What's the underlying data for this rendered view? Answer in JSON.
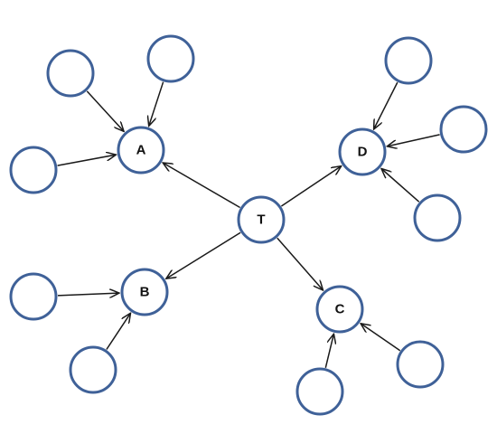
{
  "diagram": {
    "type": "directed-graph",
    "colors": {
      "node_stroke": "#3f6198",
      "node_fill": "#ffffff",
      "edge": "#1a1a1a",
      "label": "#111111"
    },
    "nodes": {
      "T": {
        "label": "T"
      },
      "A": {
        "label": "A"
      },
      "B": {
        "label": "B"
      },
      "C": {
        "label": "C"
      },
      "D": {
        "label": "D"
      },
      "a1": {
        "label": ""
      },
      "a2": {
        "label": ""
      },
      "a3": {
        "label": ""
      },
      "b1": {
        "label": ""
      },
      "b2": {
        "label": ""
      },
      "c1": {
        "label": ""
      },
      "c2": {
        "label": ""
      },
      "d1": {
        "label": ""
      },
      "d2": {
        "label": ""
      },
      "d3": {
        "label": ""
      }
    },
    "edges": [
      {
        "from": "T",
        "to": "A"
      },
      {
        "from": "T",
        "to": "B"
      },
      {
        "from": "T",
        "to": "C"
      },
      {
        "from": "T",
        "to": "D"
      },
      {
        "from": "a1",
        "to": "A"
      },
      {
        "from": "a2",
        "to": "A"
      },
      {
        "from": "a3",
        "to": "A"
      },
      {
        "from": "b1",
        "to": "B"
      },
      {
        "from": "b2",
        "to": "B"
      },
      {
        "from": "c1",
        "to": "C"
      },
      {
        "from": "c2",
        "to": "C"
      },
      {
        "from": "d1",
        "to": "D"
      },
      {
        "from": "d2",
        "to": "D"
      },
      {
        "from": "d3",
        "to": "D"
      }
    ]
  }
}
